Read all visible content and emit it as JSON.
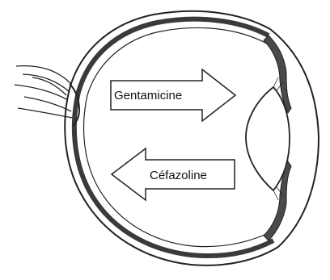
{
  "diagram": {
    "arrows": [
      {
        "label": "Gentamicine",
        "direction": "right"
      },
      {
        "label": "Céfazoline",
        "direction": "left"
      }
    ]
  },
  "colors": {
    "background": "#ffffff",
    "outline": "#222222",
    "choroid_band": "#3a3a3a",
    "ciliary_body": "#4a4a4a",
    "arrow_fill": "#ffffff"
  }
}
